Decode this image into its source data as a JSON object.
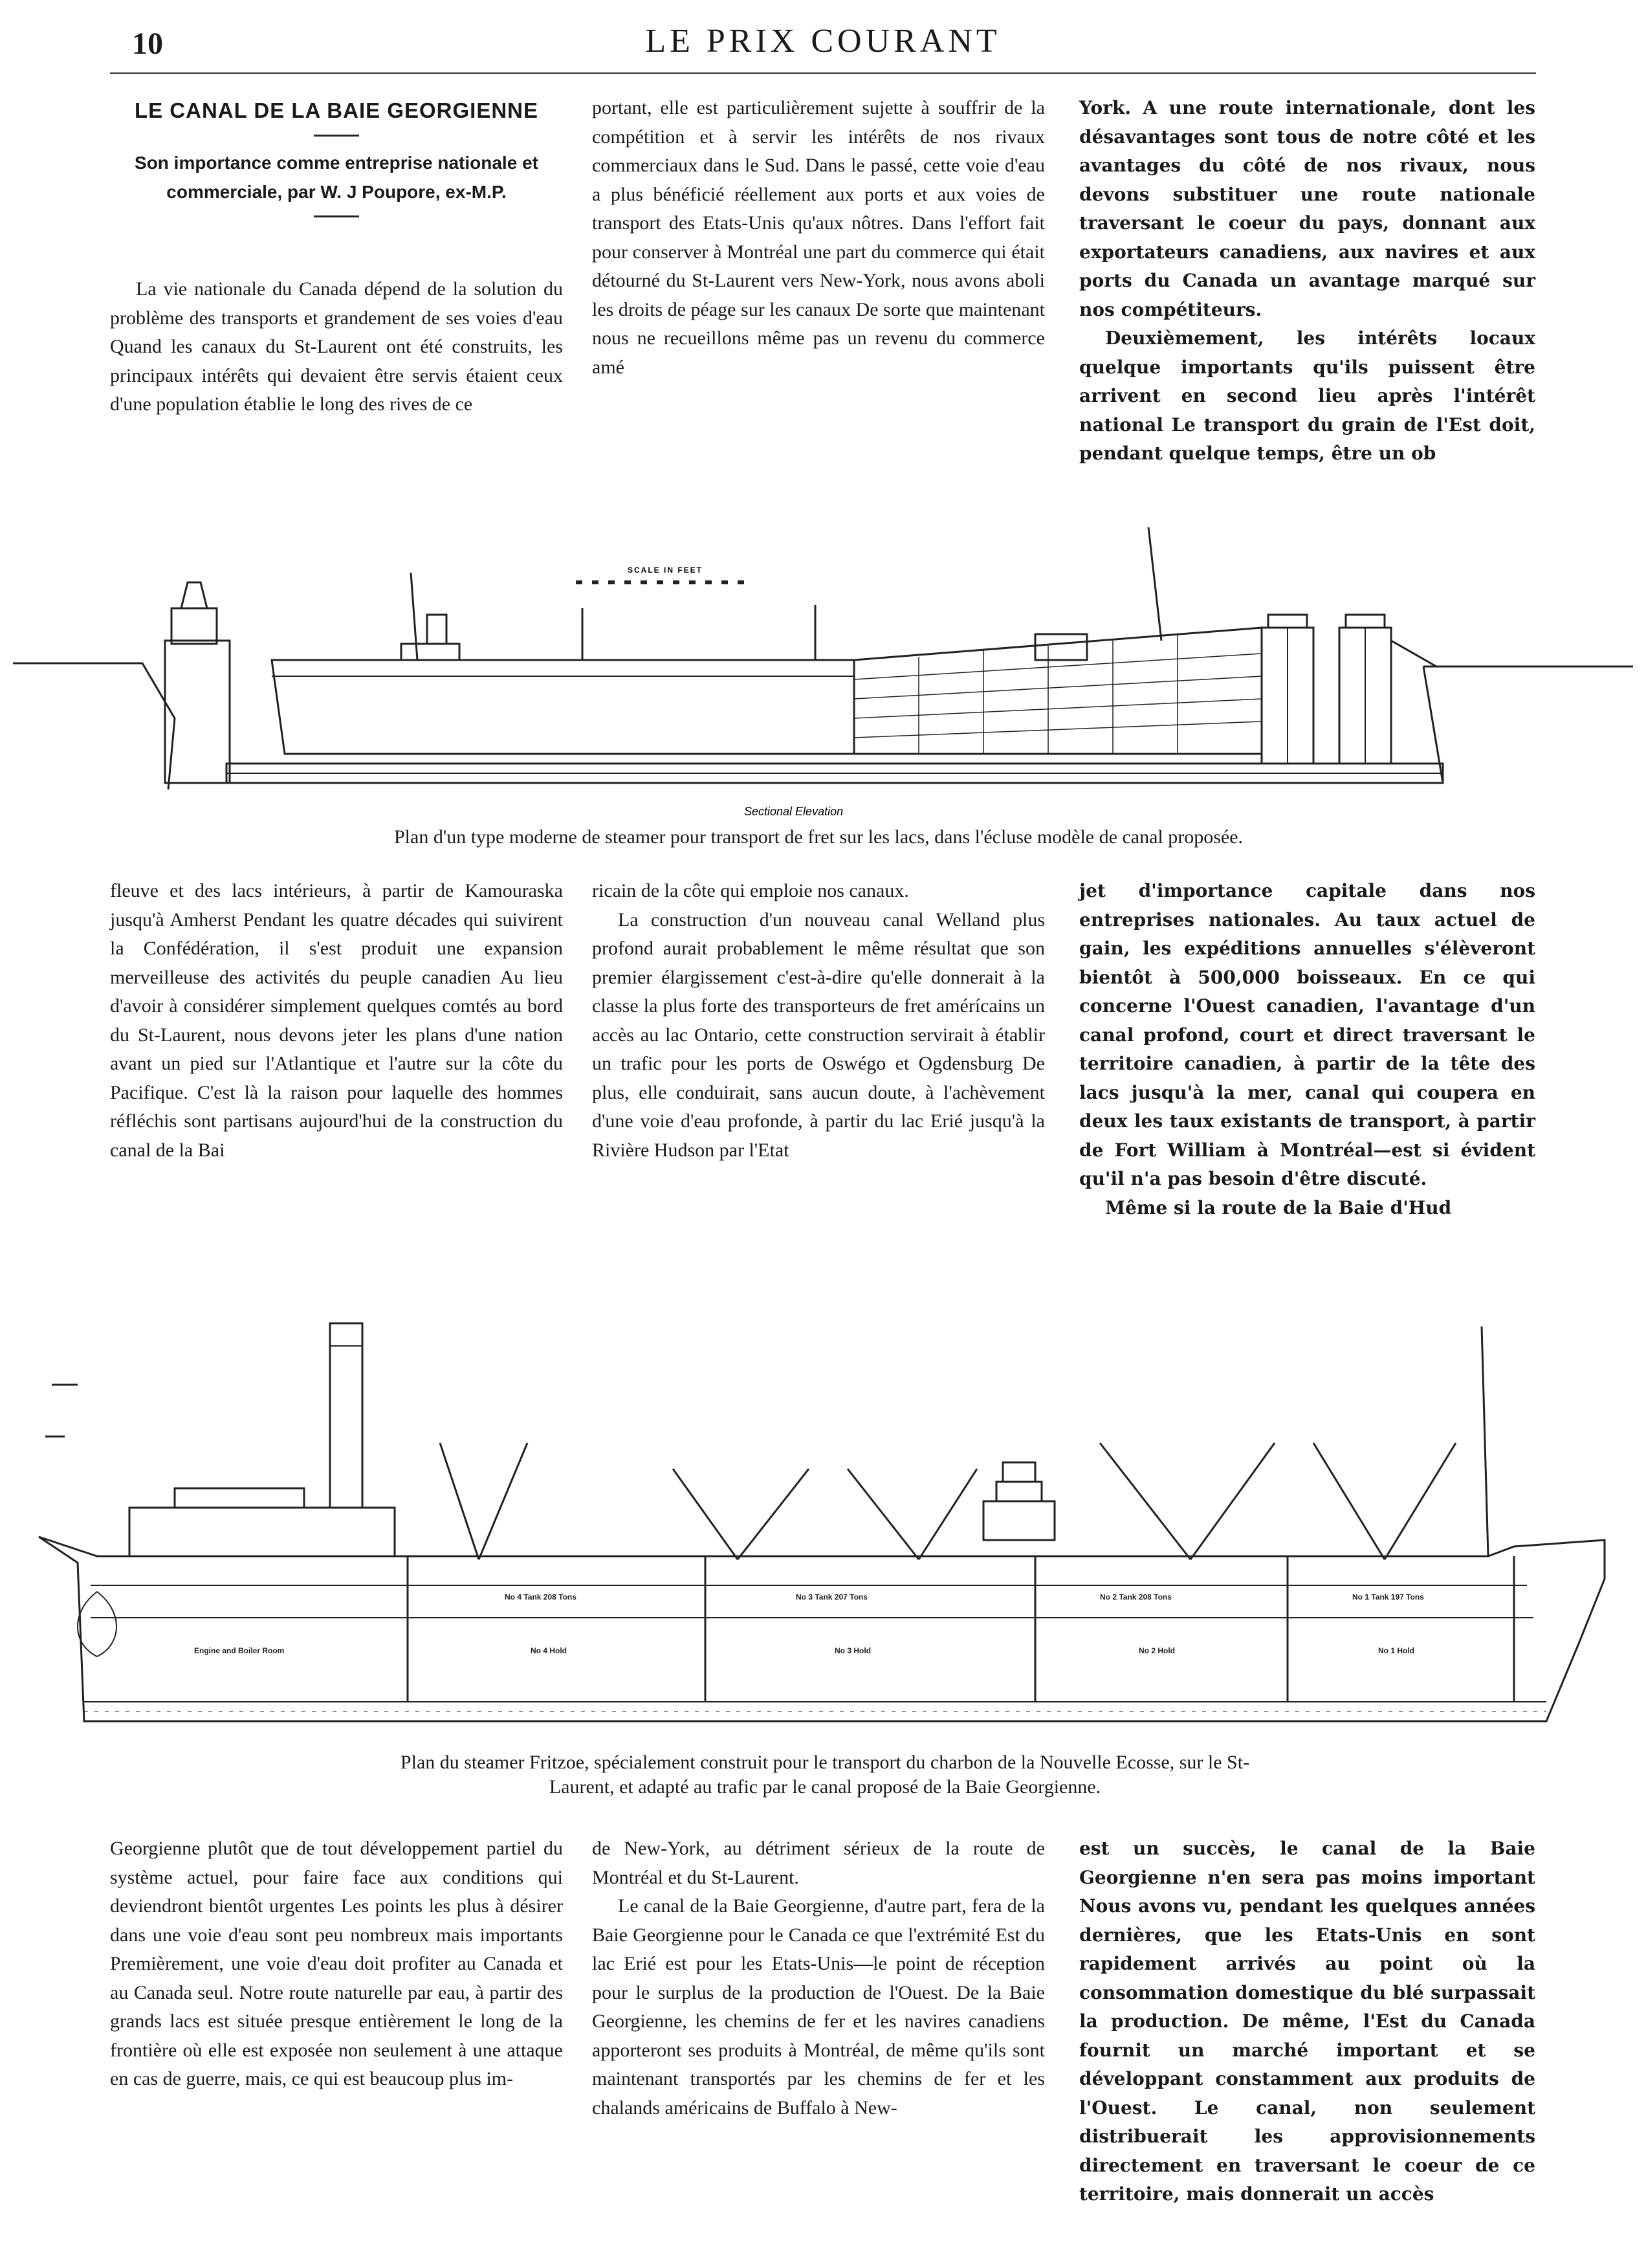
{
  "header": {
    "page_number": "10",
    "masthead": "LE PRIX COURANT"
  },
  "article": {
    "title": "LE CANAL DE LA BAIE GEORGIENNE",
    "subtitle": "Son importance comme entreprise nationale et commerciale, par W. J Poupore, ex-M.P."
  },
  "top": {
    "col1": "La vie nationale du Canada dépend de la solution du problème des transports et grandement de ses voies d'eau Quand les canaux du St-Laurent ont été construits, les principaux intérêts qui devaient être servis étaient ceux d'une population établie le long des rives de ce",
    "col2": "portant, elle est particulièrement sujette à souffrir de la compétition et à servir les intérêts de nos rivaux commerciaux dans le Sud. Dans le passé, cette voie d'eau a plus bénéficié réellement aux ports et aux voies de transport des Etats-Unis qu'aux nôtres. Dans l'effort fait pour conserver à Montréal une part du commerce qui était détourné du St-Laurent vers New-York, nous avons aboli les droits de péage sur les canaux De sorte que maintenant nous ne recueillons même pas un revenu du commerce amé",
    "col3": "York. A une route internationale, dont les désavantages sont tous de notre côté et les avantages du côté de nos rivaux, nous devons substituer une route nationale traversant le coeur du pays, donnant aux exportateurs canadiens, aux navires et aux ports du Canada un avantage marqué sur nos compétiteurs.",
    "col3b": "Deuxièmement, les intérêts locaux quelque importants qu'ils puissent être arrivent en second lieu après l'intérêt national Le transport du grain de l'Est doit, pendant quelque temps, être un ob"
  },
  "figure1": {
    "scale_label": "SCALE IN FEET",
    "section_label": "Sectional Elevation",
    "caption": "Plan d'un type moderne de steamer pour transport de fret sur les lacs, dans l'écluse modèle de canal proposée."
  },
  "middle": {
    "col1": "fleuve et des lacs intérieurs, à partir de Kamouraska jusqu'à Amherst Pendant les quatre décades qui suivirent la Confédération, il s'est produit une expansion merveilleuse des activités du peuple canadien Au lieu d'avoir à considérer simplement quelques comtés au bord du St-Laurent, nous devons jeter les plans d'une nation avant un pied sur l'Atlantique et l'autre sur la côte du Pacifique. C'est là la raison pour laquelle des hommes réfléchis sont partisans aujourd'hui de la construction du canal de la Bai",
    "col2": "ricain de la côte qui emploie nos canaux.",
    "col2b": "La construction d'un nouveau canal Welland plus profond aurait probablement le même résultat que son premier élargissement c'est-à-dire qu'elle donnerait à la classe la plus forte des transporteurs de fret amérícains un accès au lac Ontario, cette construction servirait à établir un trafic pour les ports de Oswégo et Ogdensburg De plus, elle conduirait, sans aucun doute, à l'achèvement d'une voie d'eau profonde, à partir du lac Erié jusqu'à la Rivière Hudson par l'Etat",
    "col3": "jet d'importance capitale dans nos entreprises nationales. Au taux actuel de gain, les expéditions annuelles s'élèveront bientôt à 500,000 boisseaux. En ce qui concerne l'Ouest canadien, l'avantage d'un canal profond, court et direct traversant le territoire canadien, à partir de la tête des lacs jusqu'à la mer, canal qui coupera en deux les taux existants de transport, à partir de Fort William à Montréal—est si évident qu'il n'a pas besoin d'être discuté.",
    "col3b": "Même si la route de la Baie d'Hud"
  },
  "figure2": {
    "tanks": [
      "No 4 Tank 208 Tons",
      "No 3 Tank 207 Tons",
      "No 2 Tank 208 Tons",
      "No 1 Tank 197 Tons"
    ],
    "holds": [
      "No 4 Hold",
      "No 3 Hold",
      "No 2 Hold",
      "No 1 Hold"
    ],
    "engine_room": "Engine and Boiler Room",
    "caption_line1": "Plan du steamer Fritzoe, spécialement construit pour le transport du charbon de la Nouvelle Ecosse, sur le St-",
    "caption_line2": "Laurent, et adapté au trafic par le canal proposé de la Baie Georgienne."
  },
  "bottom": {
    "col1": "Georgienne plutôt que de tout développement partiel du système actuel, pour faire face aux conditions qui deviendront bientôt urgentes Les points les plus à désirer dans une voie d'eau sont peu nombreux mais importants Premièrement, une voie d'eau doit profiter au Canada et au Canada seul. Notre route naturelle par eau, à partir des grands lacs est située presque entièrement le long de la frontière où elle est exposée non seulement à une attaque en cas de guerre, mais, ce qui est beaucoup plus im-",
    "col2": "de New-York, au détriment sérieux de la route de Montréal et du St-Laurent.",
    "col2b": "Le canal de la Baie Georgienne, d'autre part, fera de la Baie Georgienne pour le Canada ce que l'extrémité Est du lac Erié est pour les Etats-Unis—le point de réception pour le surplus de la production de l'Ouest. De la Baie Georgienne, les chemins de fer et les navires canadiens apporteront ses produits à Montréal, de même qu'ils sont maintenant transportés par les chemins de fer et les chalands américains de Buffalo à New-",
    "col3": "est un succès, le canal de la Baie Georgienne n'en sera pas moins important Nous avons vu, pendant les quelques années dernières, que les Etats-Unis en sont rapidement arrivés au point où la consommation domestique du blé surpassait la production. De même, l'Est du Canada fournit un marché important et se développant constamment aux produits de l'Ouest. Le canal, non seulement distribuerait les approvisionnements directement en traversant le coeur de ce territoire, mais donnerait un accès"
  }
}
